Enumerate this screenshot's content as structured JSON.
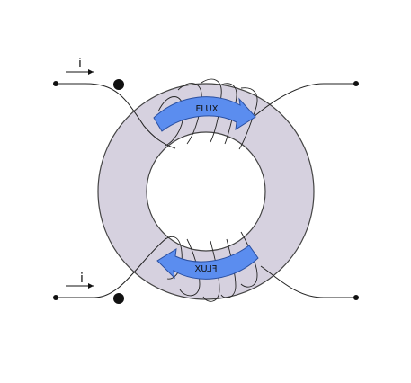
{
  "colors": {
    "core_fill": "#d6d1df",
    "core_stroke": "#444444",
    "arrow_fill": "#5b8def",
    "arrow_stroke": "#2a4fa0",
    "wire": "#222222"
  },
  "labels": {
    "flux_top": "FLUX",
    "flux_bottom": "FLUX",
    "current_top": "i",
    "current_bottom": "i"
  }
}
